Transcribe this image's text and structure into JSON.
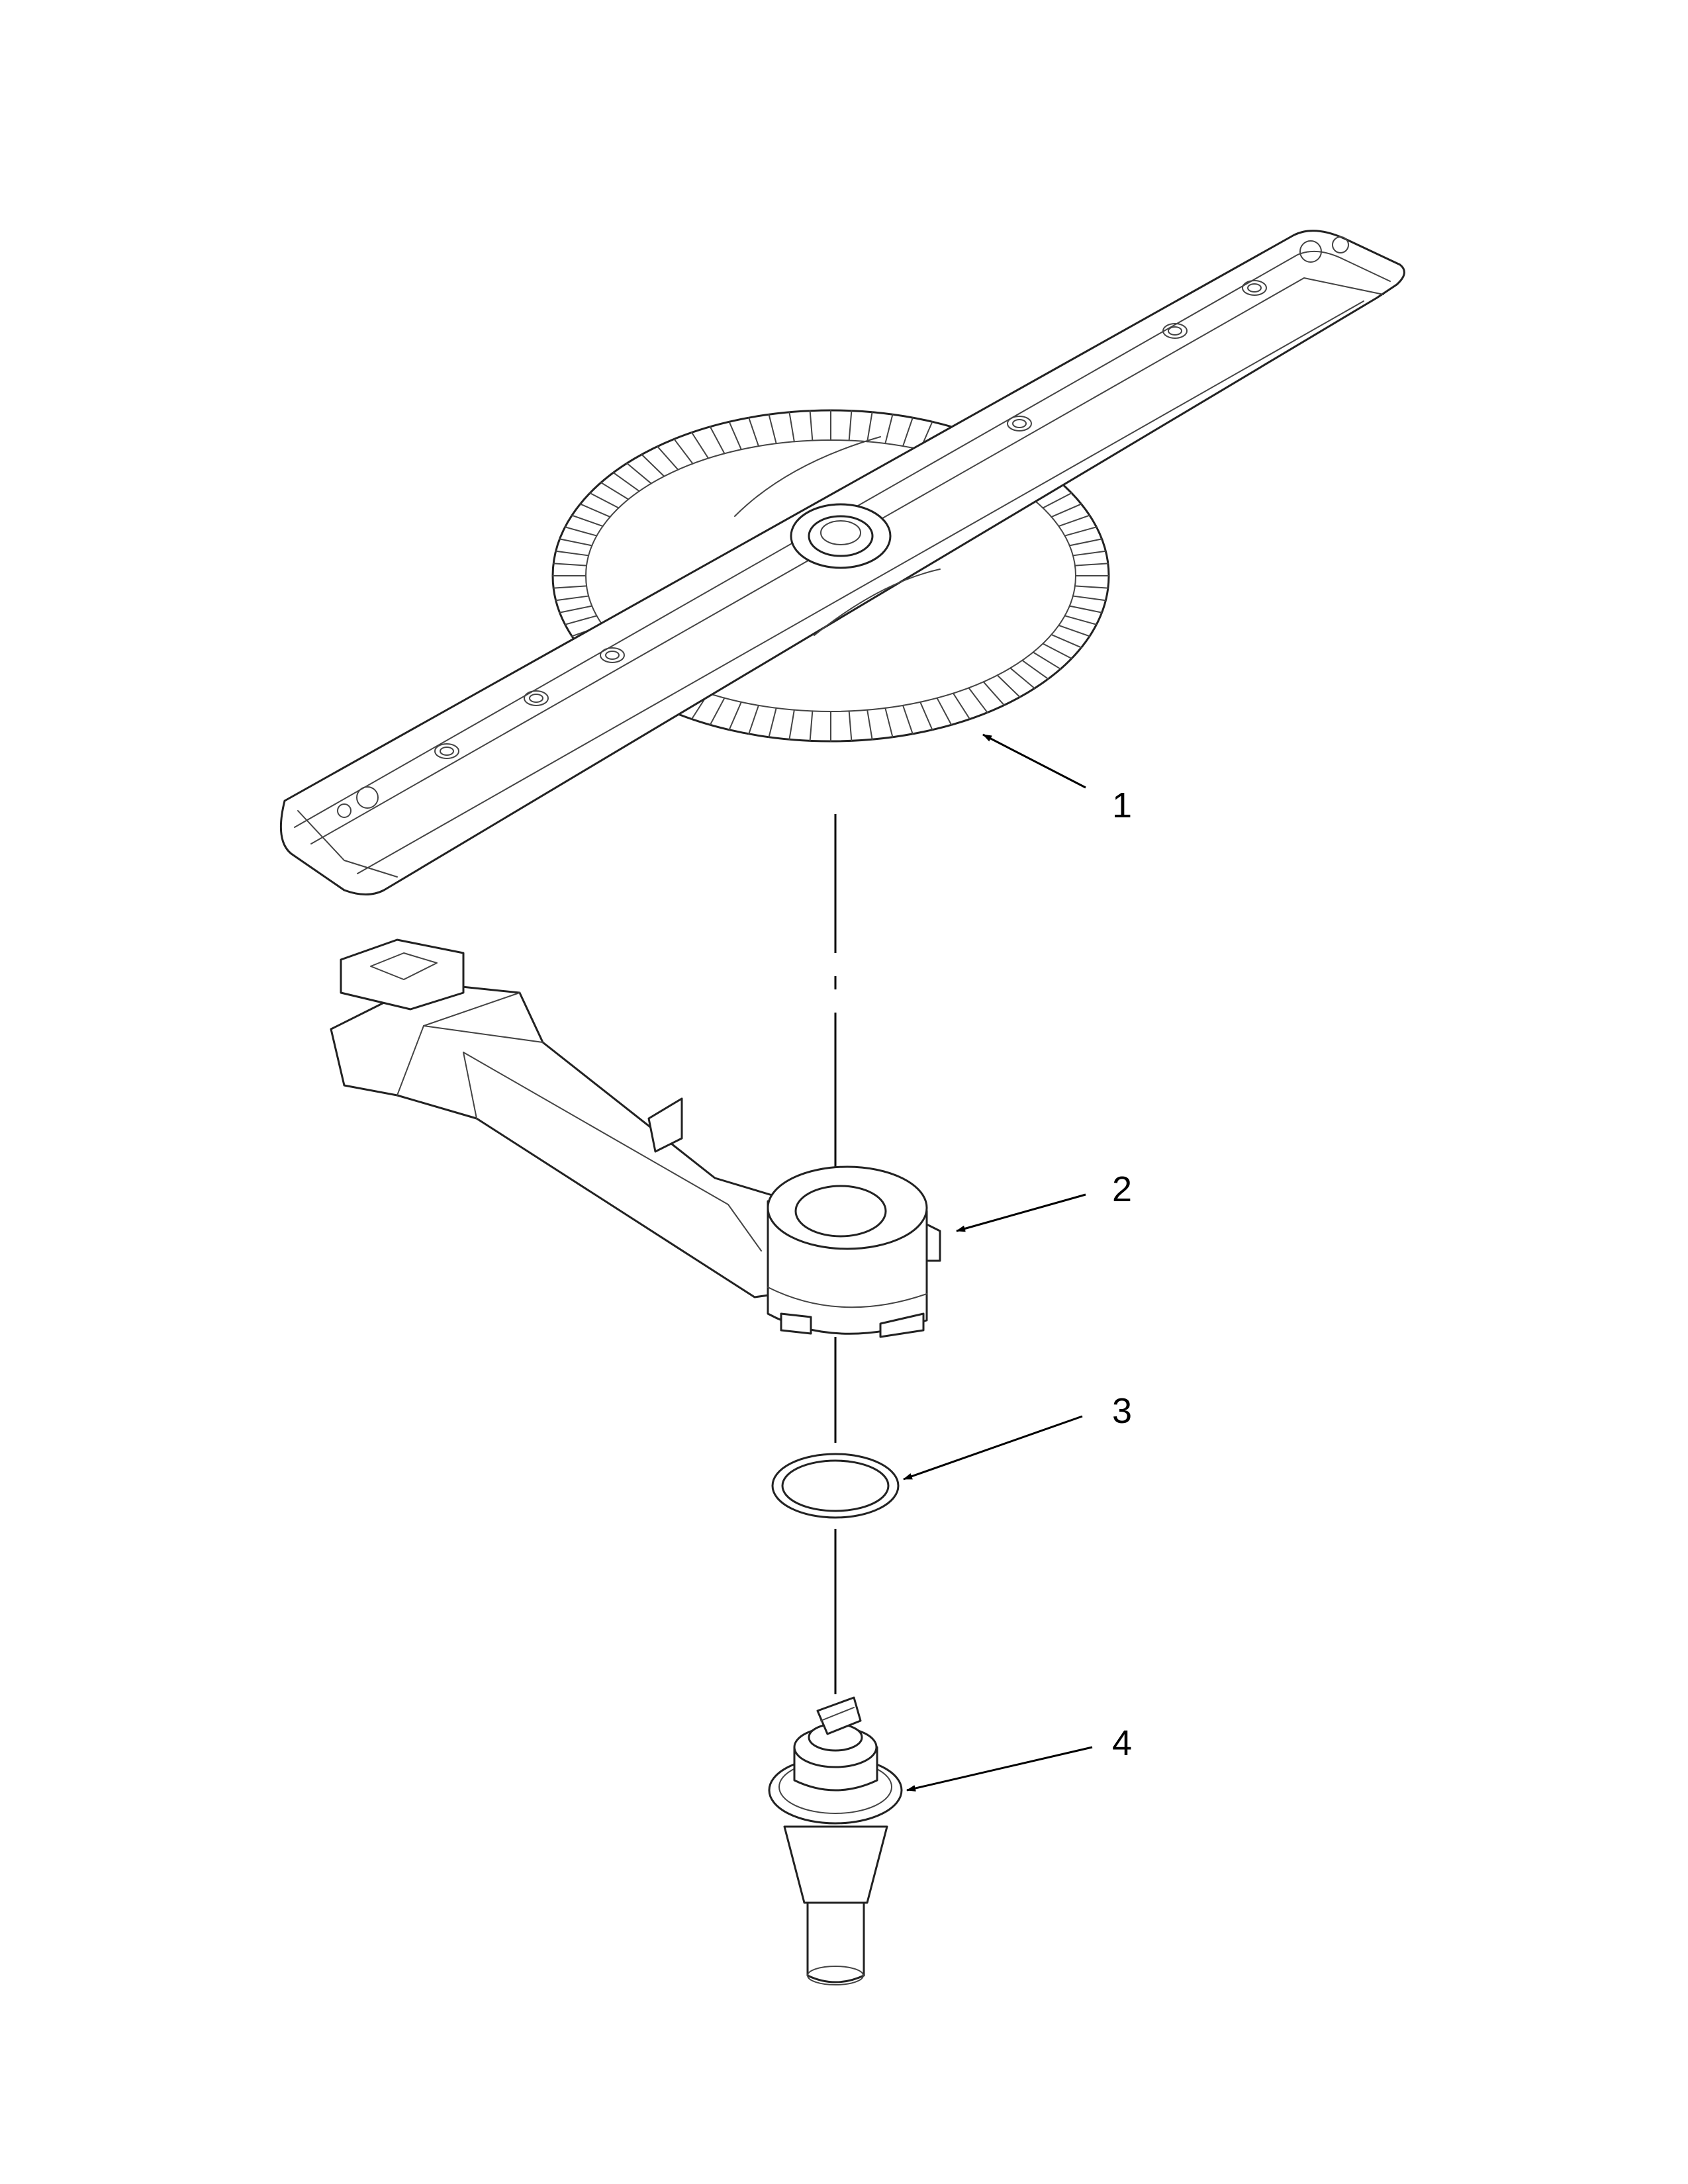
{
  "diagram": {
    "callouts": [
      {
        "id": "1",
        "label": "1"
      },
      {
        "id": "2",
        "label": "2"
      },
      {
        "id": "3",
        "label": "3"
      },
      {
        "id": "4",
        "label": "4"
      }
    ],
    "colors": {
      "line": "#222222",
      "background": "#ffffff"
    }
  }
}
